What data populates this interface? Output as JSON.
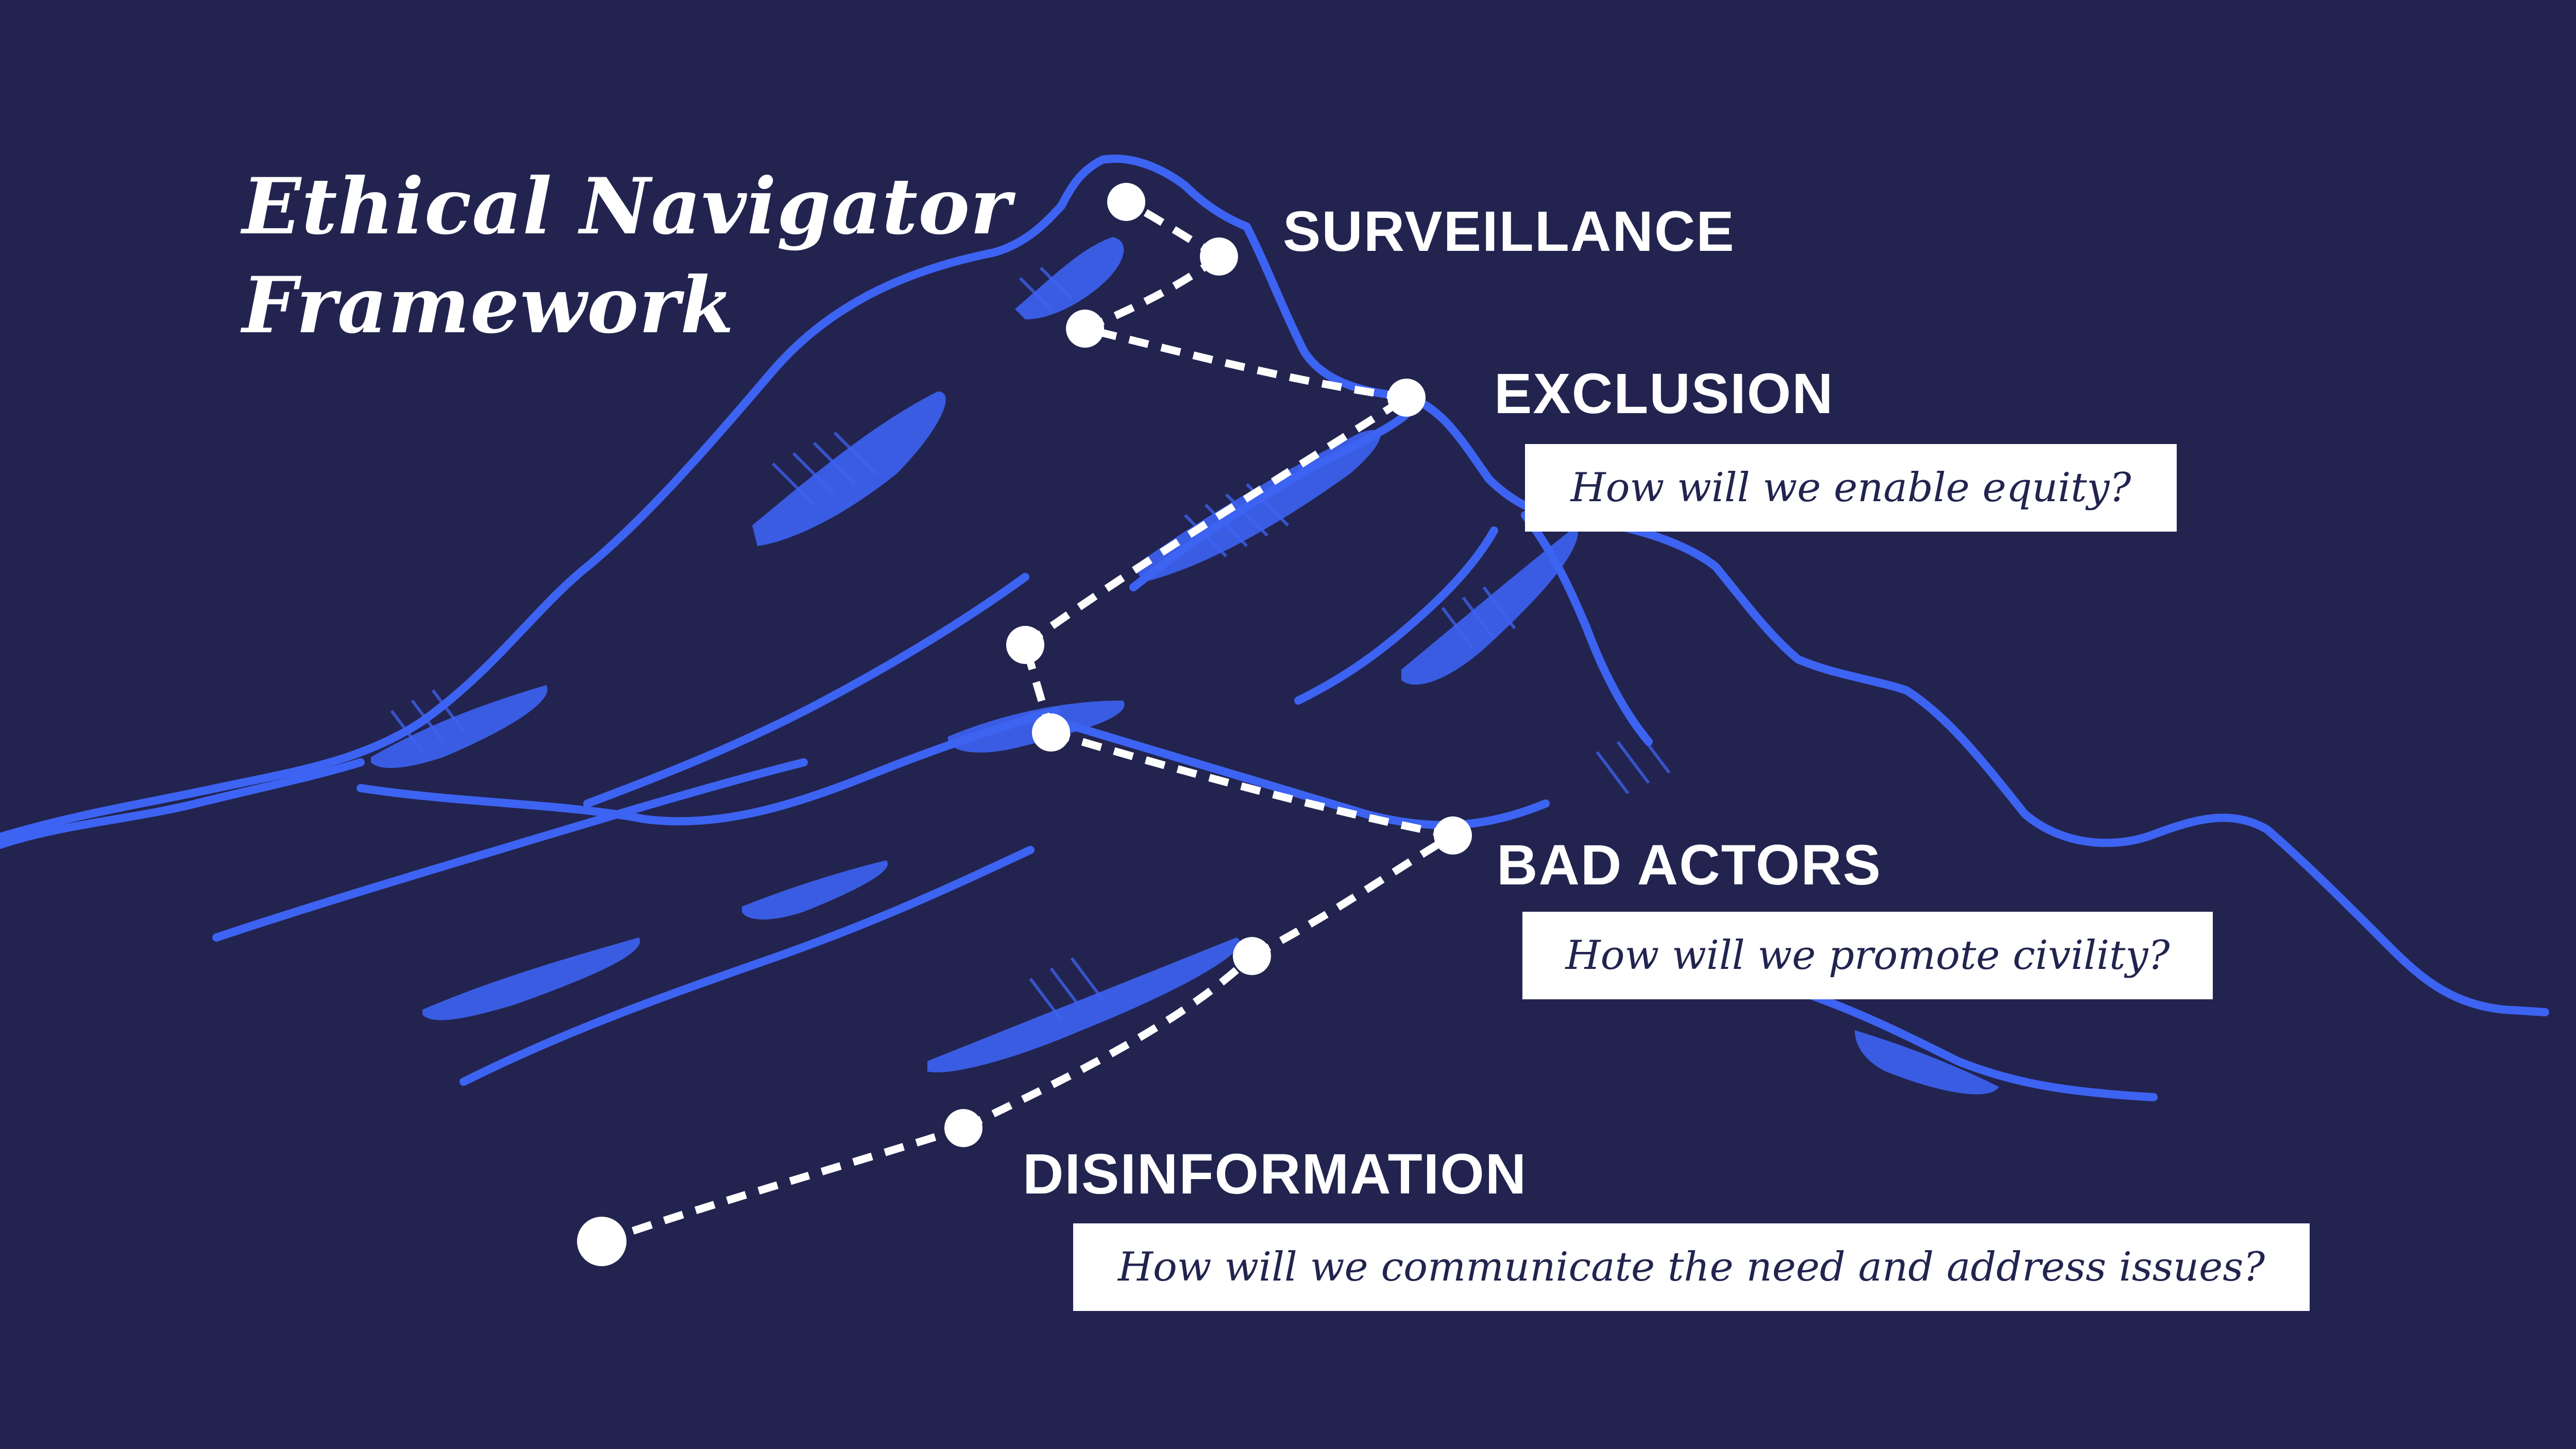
{
  "title": {
    "line1": "Ethical Navigator",
    "line2": "Framework"
  },
  "labels": {
    "surveillance": "SURVEILLANCE",
    "exclusion": "EXCLUSION",
    "bad_actors": "BAD ACTORS",
    "disinformation": "DISINFORMATION"
  },
  "questions": {
    "exclusion": "How will we enable equity?",
    "bad_actors": "How will we promote civility?",
    "disinformation": "How will we communicate the need and address issues?"
  },
  "colors": {
    "background": "#22244f",
    "mountain": "#3d63f2",
    "route": "#ffffff",
    "question_box": "#ffffff",
    "question_text": "#22244f"
  }
}
